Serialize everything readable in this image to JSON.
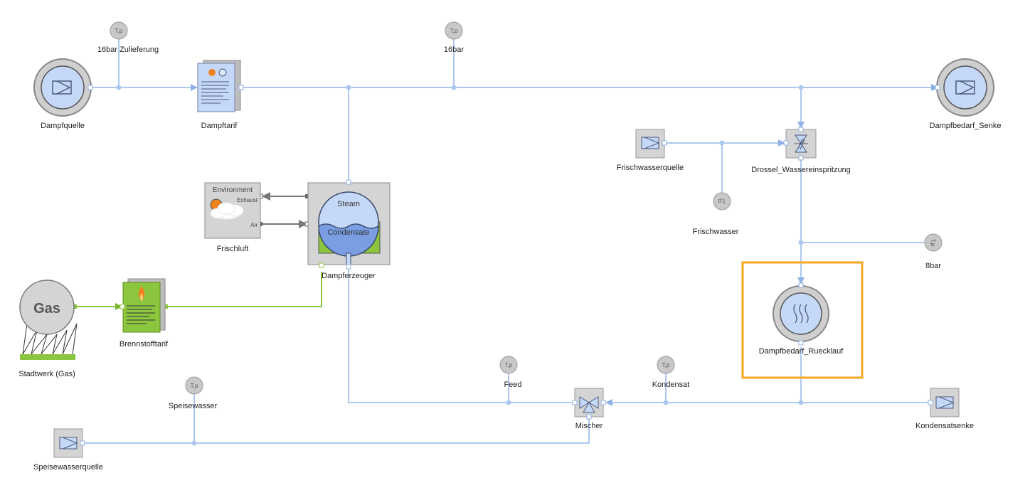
{
  "components": {
    "dampfquelle": "Dampfquelle",
    "dampftarif": "Dampftarif",
    "dampfbedarf_senke": "Dampfbedarf_Senke",
    "frischwasserquelle": "Frischwasserquelle",
    "drossel": "Drossel_Wassereinspritzung",
    "frischluft": "Frischluft",
    "dampferzeuger": "Dampferzeuger",
    "stadtwerk": "Stadtwerk (Gas)",
    "brennstofftarif": "Brennstofftarif",
    "dampfbedarf_ruecklauf": "Dampfbedarf_Ruecklauf",
    "mischer": "Mischer",
    "kondensatsenke": "Kondensatsenke",
    "speisewasserquelle": "Speisewasserquelle"
  },
  "sensors": {
    "zulieferung": "16bar Zulieferung",
    "s16bar": "16bar",
    "frischwasser": "Frischwasser",
    "s8bar": "8bar",
    "feed": "Feed",
    "kondensat": "Kondensat",
    "speisewasser": "Speisewasser",
    "tp": "T,p",
    "tp_rot": "T,p"
  },
  "inner": {
    "environment": "Environment",
    "exhaust": "Exhaust",
    "air": "Air",
    "steam": "Steam",
    "condensate": "Condensate",
    "gas": "Gas"
  },
  "colors": {
    "pipe": "#adc8ef",
    "fuel": "#8cc63f",
    "selection": "#f5a623",
    "block": "#d4d4d4",
    "fluid": "#c6d8f8"
  },
  "selected": "Dampfbedarf_Ruecklauf"
}
